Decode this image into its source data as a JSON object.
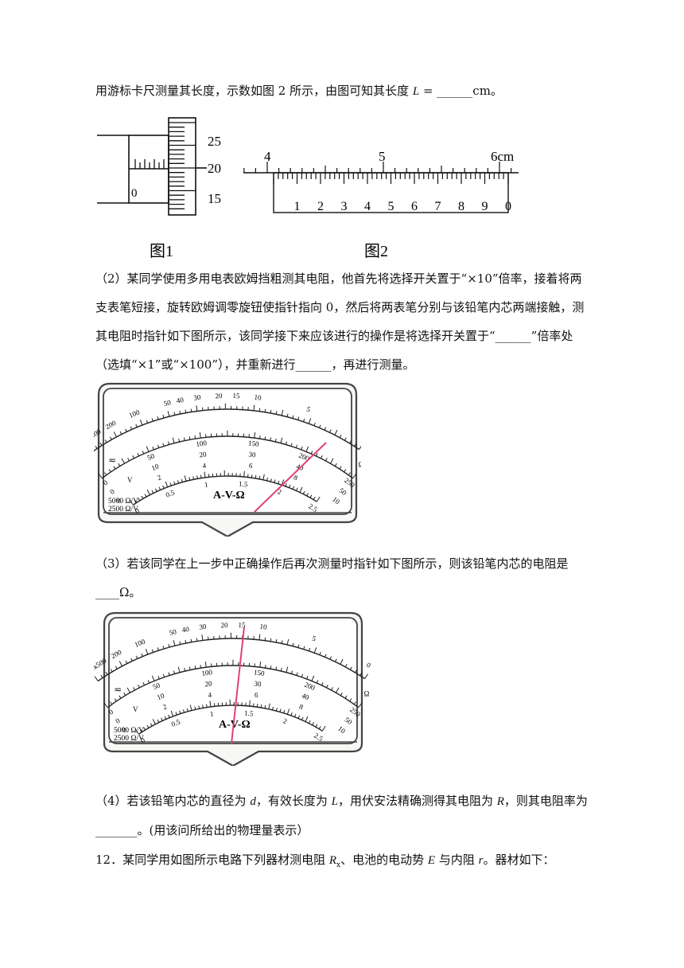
{
  "intro": {
    "pre": "用游标卡尺测量其长度，示数如图 2 所示，由图可知其长度 ",
    "var": "L",
    "post": " = ______cm。"
  },
  "figure1": {
    "caption": "图1",
    "thimble_labels": [
      "25",
      "20",
      "15"
    ],
    "sleeve_label": "0"
  },
  "figure2": {
    "caption": "图2",
    "main_labels": [
      "4",
      "5",
      "6cm"
    ],
    "vernier_labels": [
      "1",
      "2",
      "3",
      "4",
      "5",
      "6",
      "7",
      "8",
      "9",
      "0"
    ]
  },
  "q2": {
    "text": "（2）某同学使用多用电表欧姆挡粗测其电阻，他首先将选择开关置于“×10”倍率，接着将两支表笔短接，旋转欧姆调零旋钮使指针指向 0，然后将两表笔分别与该铅笔内芯两端接触，测其电阻时指针如下图所示，该同学接下来应该进行的操作是将选择开关置于“______”倍率处（选填“×1”或“×100”），并重新进行______，再进行测量。"
  },
  "meter": {
    "ohm_labels": [
      "1k",
      "500",
      "200",
      "100",
      "50",
      "40",
      "30",
      "20",
      "15",
      "10",
      "5",
      "0"
    ],
    "dc_labels_top": [
      "0",
      "50",
      "100",
      "150",
      "200",
      "250"
    ],
    "dc_labels_mid": [
      "0",
      "10",
      "20",
      "30",
      "40",
      "50"
    ],
    "dc_labels_low": [
      "0",
      "2",
      "4",
      "6",
      "8",
      "10"
    ],
    "ac_labels": [
      "0",
      "0.5",
      "1",
      "1.5",
      "2",
      "2.5"
    ],
    "title": "A-V-Ω",
    "spec1": "5000 Ω/V",
    "spec2": "2500 Ω/V",
    "ohm_unit": "Ω",
    "pointer_color": "#e0407a"
  },
  "q3": {
    "text": "（3）若该同学在上一步中正确操作后再次测量时指针如下图所示，则该铅笔内芯的电阻是____Ω。"
  },
  "q4": {
    "pre": "（4）若该铅笔内芯的直径为 ",
    "d": "d",
    "mid1": "，有效长度为 ",
    "L": "L",
    "mid2": "，用伏安法精确测得其电阻为 ",
    "R": "R",
    "post": "，则其电阻率为_______。(用该问所给出的物理量表示）"
  },
  "q12": {
    "pre": "12．某同学用如图所示电路下列器材测电阻 ",
    "Rx": "R",
    "sub": "x",
    "mid1": "、电池的电动势 ",
    "E": "E",
    "mid2": " 与内阻 ",
    "r": "r",
    "post": "。器材如下："
  }
}
